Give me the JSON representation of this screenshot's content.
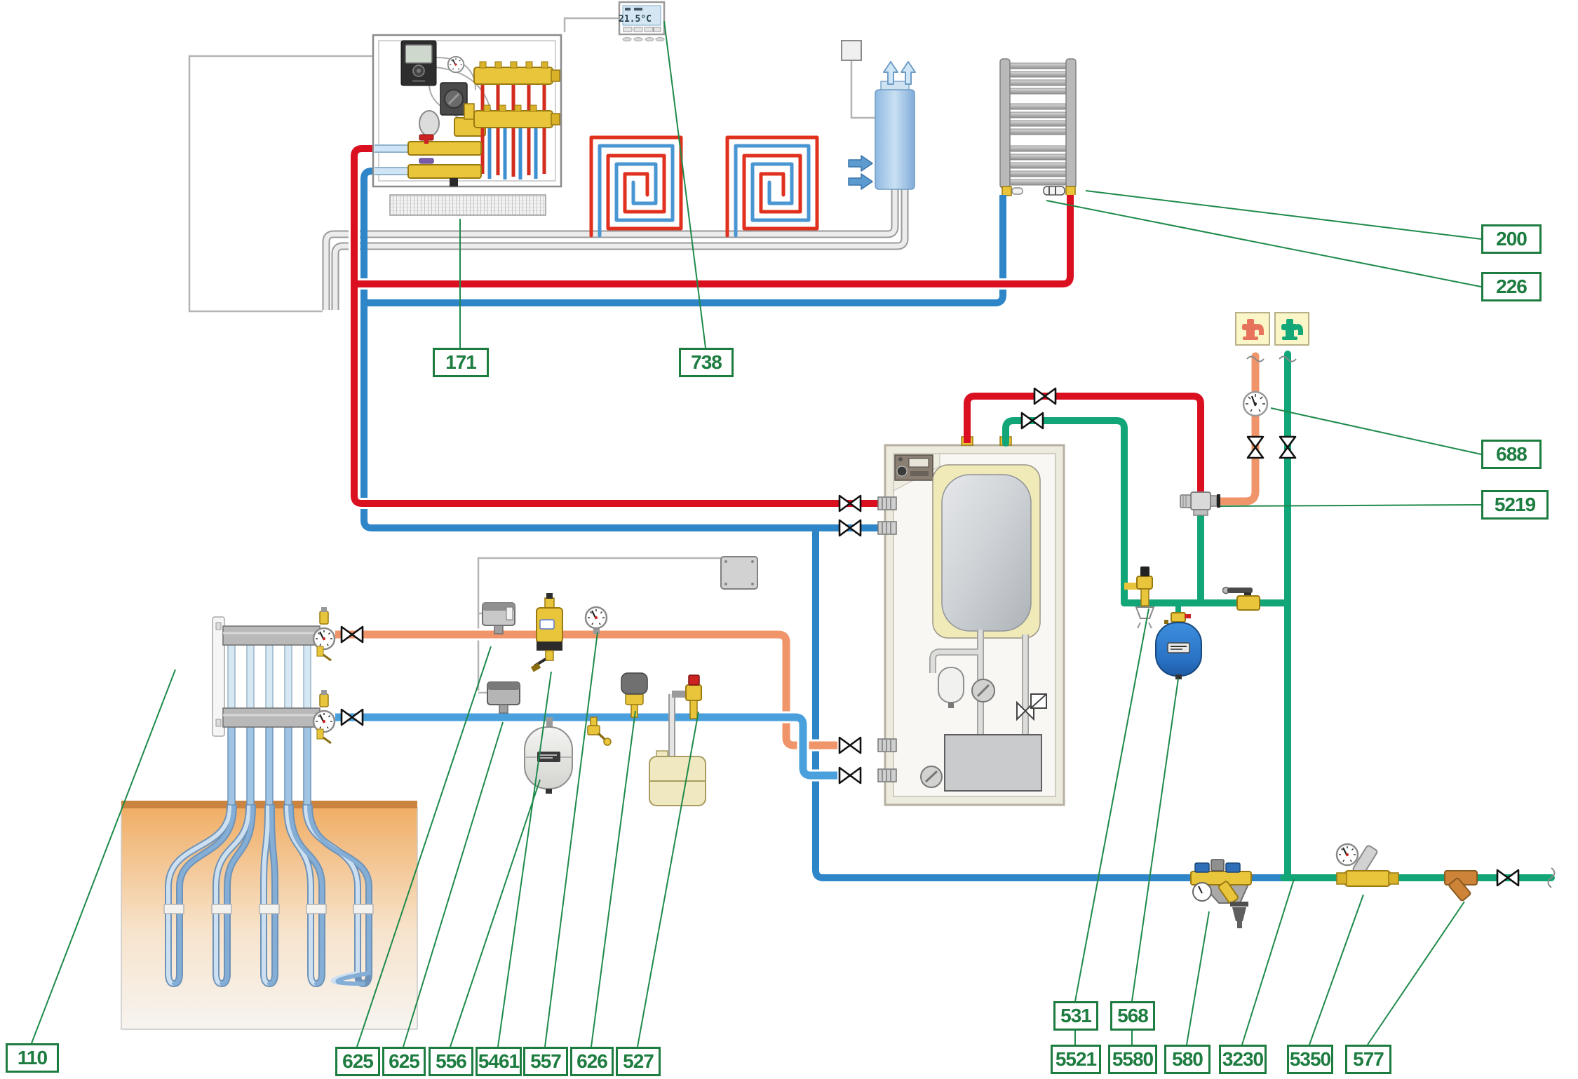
{
  "diagram": {
    "type": "hydronic-heating-schematic",
    "description": "Geothermal heat pump system schematic with floor heating, towel radiator, DHW storage tank, ground loops and component callouts"
  },
  "thermostat": {
    "temperature": "21.5°C"
  },
  "callouts": {
    "c110": "110",
    "c171": "171",
    "c738": "738",
    "c200": "200",
    "c226": "226",
    "c688": "688",
    "c5219": "5219",
    "c625a": "625",
    "c625b": "625",
    "c556": "556",
    "c5461": "5461",
    "c557": "557",
    "c626": "626",
    "c527": "527",
    "c531": "531",
    "c568": "568",
    "c5521": "5521",
    "c5580": "5580",
    "c580": "580",
    "c3230": "3230",
    "c5350": "5350",
    "c577": "577"
  },
  "colors": {
    "pipe_heating_flow": "#da1021",
    "pipe_heating_return": "#2e85c8",
    "pipe_mixed_dhw": "#f0956a",
    "pipe_cold_water": "#12a578",
    "pipe_neutral": "#d8d8d8",
    "callout_green": "#1d7c3f",
    "leader_green": "#1e8a4a",
    "brass": "#e9c53b",
    "ground_soil": "#f2b369",
    "vessel_blue": "#2e7fd0",
    "radiator_gray": "#b9b9b9"
  },
  "icons": {
    "hot_faucet_icon": "tap glyph, salmon on pale yellow tile",
    "cold_faucet_icon": "tap glyph, green on pale yellow tile",
    "gauge_icon": "round dial with needle",
    "shutoff_valve_icon": "bowtie (two facing triangles)",
    "airflow_up_icon": "hollow up arrows",
    "airflow_in_icon": "solid right arrows"
  }
}
